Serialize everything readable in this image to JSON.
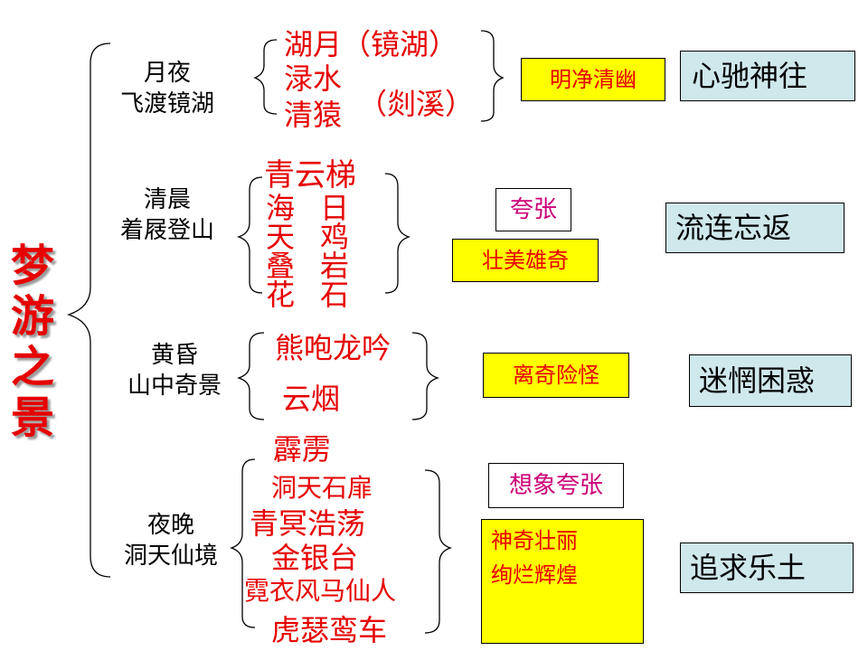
{
  "title": "梦游之景",
  "sections": [
    {
      "scene": [
        "月夜",
        "飞渡镜湖"
      ],
      "images": [
        "湖月（镜湖）",
        "渌水",
        "清猿",
        "（剡溪）"
      ],
      "labels": [
        "明净清幽"
      ],
      "feeling": "心驰神往"
    },
    {
      "scene": [
        "清晨",
        "着屐登山"
      ],
      "images": [
        "青云梯",
        "海",
        "天",
        "叠",
        "花",
        "日",
        "鸡",
        "岩",
        "石"
      ],
      "labels": [
        "夸张",
        "壮美雄奇"
      ],
      "feeling": "流连忘返"
    },
    {
      "scene": [
        "黄昏",
        "山中奇景"
      ],
      "images": [
        "熊咆龙吟",
        "云烟"
      ],
      "labels": [
        "离奇险怪"
      ],
      "feeling": "迷惘困惑"
    },
    {
      "scene": [
        "夜晚",
        "洞天仙境"
      ],
      "images": [
        "霹雳",
        "洞天石扉",
        "青冥浩荡",
        "金银台",
        "霓衣风马仙人",
        "虎瑟鸾车"
      ],
      "labels": [
        "想象夸张",
        "神奇壮丽",
        "绚烂辉煌"
      ],
      "feeling": "追求乐土"
    }
  ],
  "colors": {
    "red": "#e60000",
    "yellow": "#ffff00",
    "cyan": "#cfe8ec",
    "magenta": "#cc0077"
  }
}
